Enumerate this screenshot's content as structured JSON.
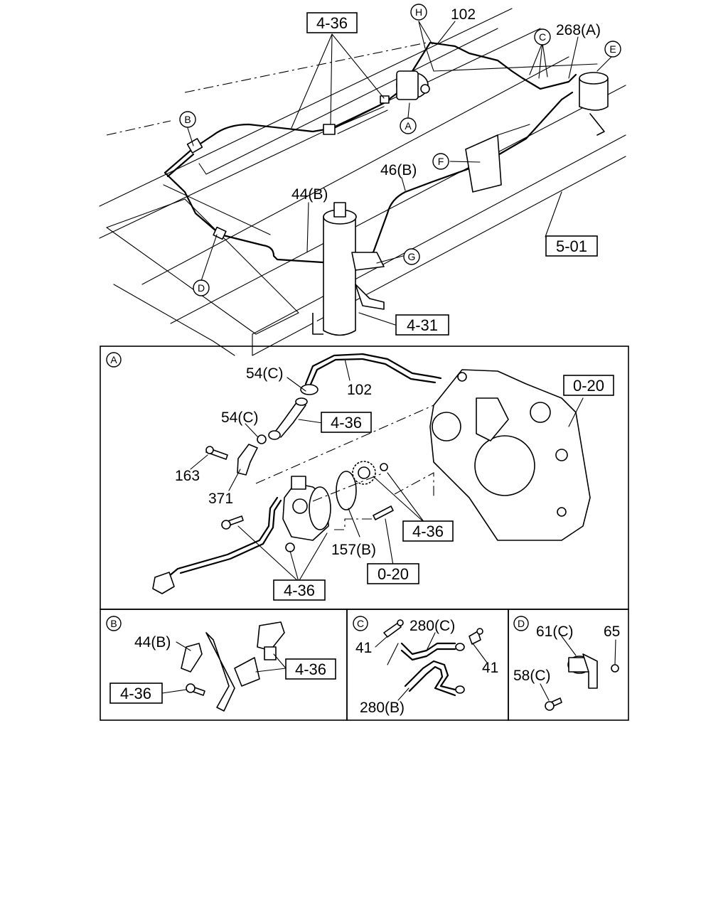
{
  "overview": {
    "callouts": [
      "H",
      "C",
      "E",
      "B",
      "A",
      "F",
      "D",
      "G"
    ],
    "part_labels": [
      "102",
      "268(A)",
      "46(B)",
      "44(B)"
    ],
    "ref_labels": [
      "4-36",
      "5-01",
      "4-31"
    ]
  },
  "detail_a": {
    "tag": "A",
    "part_labels": [
      "54(C)",
      "102",
      "54(C)",
      "163",
      "371",
      "157(B)"
    ],
    "ref_labels": [
      "0-20",
      "4-36",
      "4-36",
      "0-20",
      "4-36"
    ]
  },
  "detail_b": {
    "tag": "B",
    "part_labels": [
      "44(B)"
    ],
    "ref_labels": [
      "4-36",
      "4-36"
    ]
  },
  "detail_c": {
    "tag": "C",
    "part_labels": [
      "280(C)",
      "41",
      "41",
      "280(B)"
    ]
  },
  "detail_d": {
    "tag": "D",
    "part_labels": [
      "61(C)",
      "65",
      "58(C)"
    ]
  }
}
